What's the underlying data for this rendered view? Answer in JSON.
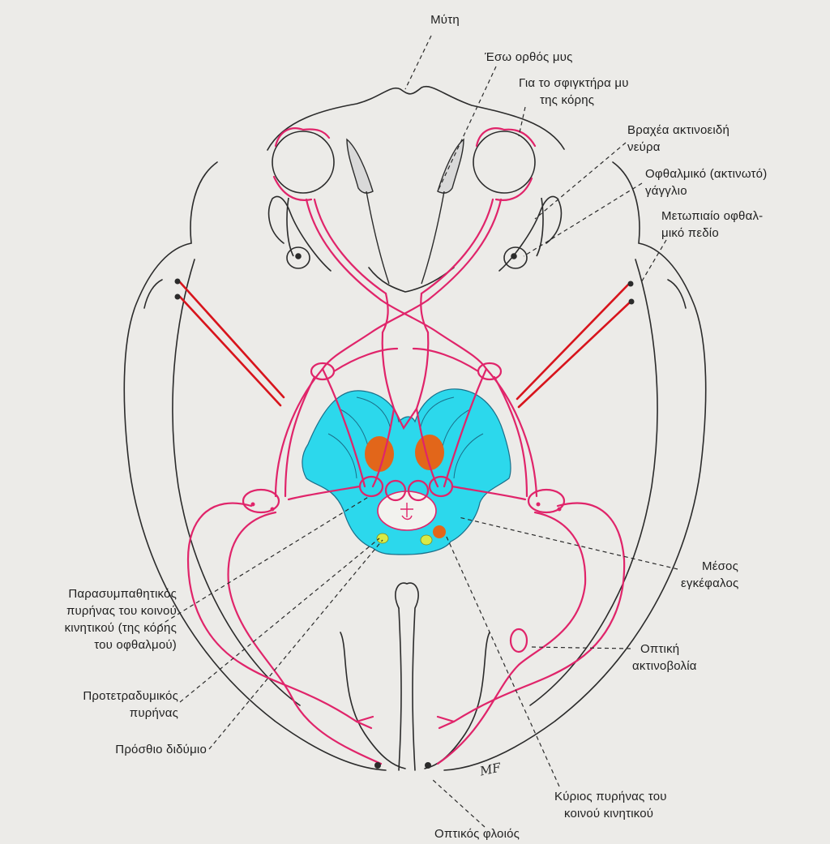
{
  "labels": {
    "nose": [
      "Μύτη"
    ],
    "medial_rectus": [
      "Έσω ορθός μυς"
    ],
    "sphincter": [
      "Για το σφιγκτήρα μυ",
      "της κόρης"
    ],
    "short_ciliary": [
      "Βραχέα ακτινοειδή",
      "νεύρα"
    ],
    "ciliary_ganglion": [
      "Οφθαλμικό (ακτινωτό)",
      "γάγγλιο"
    ],
    "frontal_eye_field": [
      "Μετωπιαίο οφθαλ-",
      "μικό πεδίο"
    ],
    "midbrain": [
      "Μέσος",
      "εγκέφαλος"
    ],
    "parasympathetic": [
      "Παρασυμπαθητικός",
      "πυρήνας του κοινού",
      "κινητικού (της κόρης",
      "του οφθαλμού)"
    ],
    "pretectal": [
      "Προτετραδυμικός",
      "πυρήνας"
    ],
    "optic_radiation": [
      "Οπτική",
      "ακτινοβολία"
    ],
    "superior_colliculus": [
      "Πρόσθιο διδύμιο"
    ],
    "main_nucleus": [
      "Κύριος πυρήνας του",
      "κοινού κινητικού"
    ],
    "visual_cortex": [
      "Οπτικός φλοιός"
    ]
  },
  "signature": "MF",
  "colors": {
    "background": "#ecebe8",
    "outline": "#2b2b2b",
    "pathway": "#e0246a",
    "motor_tract": "#d8141c",
    "midbrain": "#2cd8ec",
    "nucleus": "#e2661a",
    "pretectal": "#d8ea46"
  }
}
